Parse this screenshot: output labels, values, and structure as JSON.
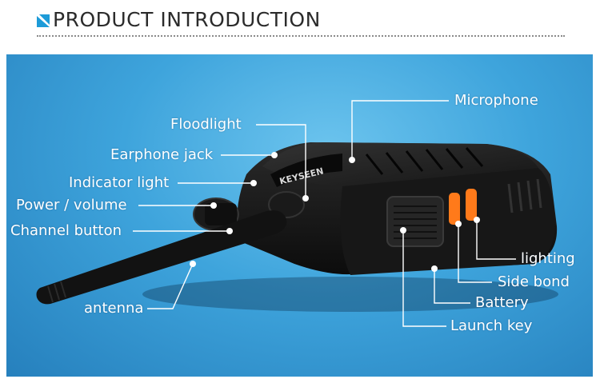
{
  "header": {
    "title": "PRODUCT INTRODUCTION",
    "icon": "triangle-arrow-icon",
    "accent_color": "#1d9bd8"
  },
  "device": {
    "brand": "KEYSEEN"
  },
  "callouts": {
    "microphone": "Microphone",
    "floodlight": "Floodlight",
    "earphone_jack": "Earphone jack",
    "indicator_light": "Indicator light",
    "power_volume": "Power / volume",
    "channel_button": "Channel button",
    "antenna": "antenna",
    "lighting": "lighting",
    "side_bond": "Side bond",
    "battery": "Battery",
    "launch_key": "Launch key"
  },
  "colors": {
    "background_top": "#6cc4ee",
    "background_bottom": "#2680bd",
    "device_body": "#141414",
    "side_button": "#ff7a1a",
    "callout_line": "#ffffff"
  }
}
